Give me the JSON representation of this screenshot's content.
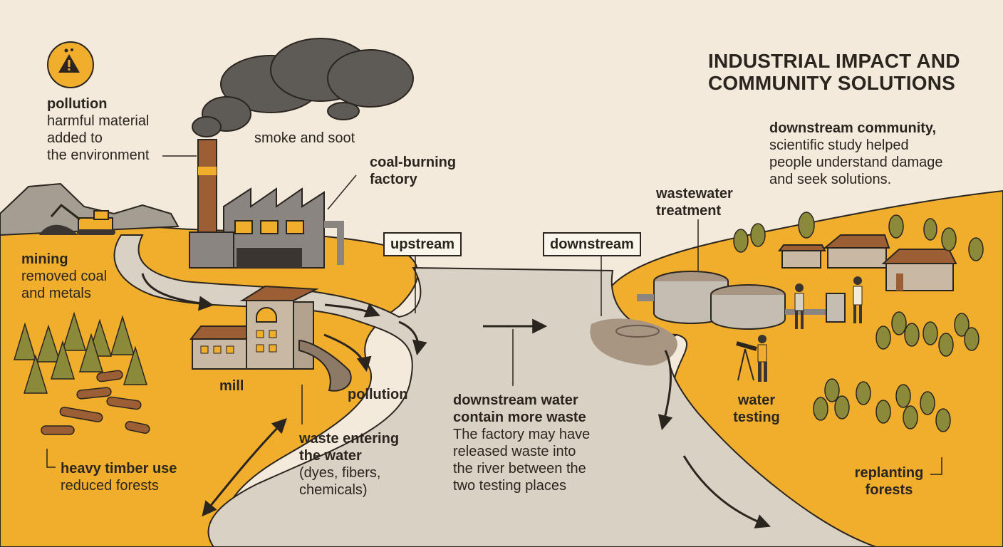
{
  "title_lines": [
    "INDUSTRIAL IMPACT AND",
    "COMMUNITY SOLUTIONS"
  ],
  "colors": {
    "background": "#f3eadb",
    "land": "#f1ae2c",
    "river": "#d9d1c3",
    "smoke": "#5e5a56",
    "factory": "#8a8580",
    "window": "#f1ae2c",
    "outline": "#2b2520"
  },
  "icons": {
    "warning": "warning-triangle-icon"
  },
  "labels": {
    "pollution_def": {
      "term": "pollution",
      "lines": [
        "harmful material",
        "added to",
        "the environment"
      ]
    },
    "smoke": "smoke and soot",
    "factory": [
      "coal-burning",
      "factory"
    ],
    "mining": {
      "term": "mining",
      "lines": [
        "removed coal",
        "and metals"
      ]
    },
    "upstream": "upstream",
    "downstream": "downstream",
    "mill": "mill",
    "pollution": "pollution",
    "waste_entering": {
      "term_lines": [
        "waste entering",
        "the water"
      ],
      "lines": [
        "(dyes, fibers,",
        "chemicals)"
      ]
    },
    "downstream_water": {
      "term_lines": [
        "downstream water",
        "contain more waste"
      ],
      "lines": [
        "The factory may have",
        "released waste into",
        "the river between the",
        "two testing places"
      ]
    },
    "timber": {
      "term": "heavy timber use",
      "lines": [
        "reduced forests"
      ]
    },
    "community": {
      "term": "downstream community,",
      "lines": [
        "scientific study helped",
        "people understand damage",
        "and seek solutions."
      ]
    },
    "wastewater": [
      "wastewater",
      "treatment"
    ],
    "water_testing": [
      "water",
      "testing"
    ],
    "replanting": [
      "replanting",
      "forests"
    ]
  }
}
